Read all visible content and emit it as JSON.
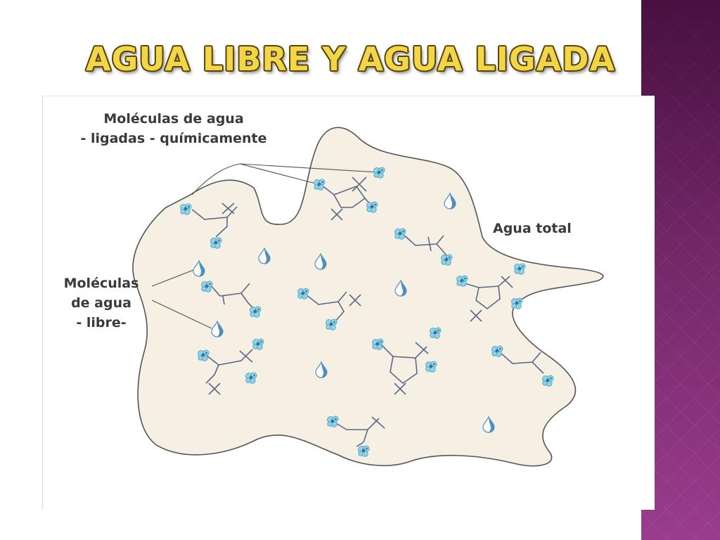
{
  "slide": {
    "title": "Agua libre y agua ligada"
  },
  "diagram": {
    "labels": {
      "bound_water": [
        "Moléculas de agua",
        "- ligadas - químicamente"
      ],
      "free_water": [
        "Moléculas",
        "de agua",
        "- libre-"
      ],
      "total_water": "Agua total"
    },
    "colors": {
      "cell_fill": "#f5efe4",
      "cell_stroke": "#555555",
      "molecule_cyan": "#8fd3e6",
      "molecule_dark": "#3a6f9a",
      "droplet_blue": "#4f8fc0",
      "side_band": "#7a2a6e",
      "title_gold": "#f2d64a"
    },
    "icons": [
      "water-droplet-icon",
      "water-molecule-cluster-icon",
      "lattice-structure-icon"
    ]
  }
}
